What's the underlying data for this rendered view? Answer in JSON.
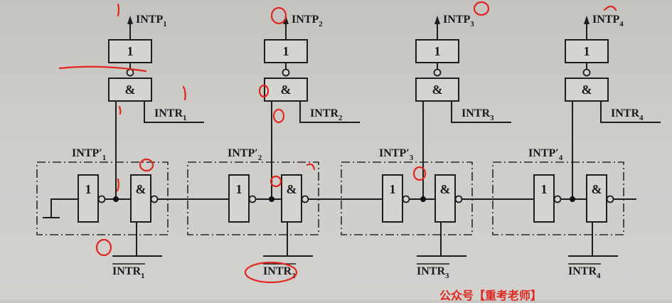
{
  "stages": [
    {
      "or_gate": "1",
      "and_gate": "&",
      "out": {
        "base": "INTP",
        "sub": "1"
      },
      "req": {
        "base": "INTR",
        "sub": "1"
      },
      "pri": {
        "base": "INTP",
        "sub": "1",
        "prime": "′"
      },
      "bot": {
        "base": "INTR",
        "sub": "1"
      },
      "inv": "1",
      "chain": "&"
    },
    {
      "or_gate": "1",
      "and_gate": "&",
      "out": {
        "base": "INTP",
        "sub": "2"
      },
      "req": {
        "base": "INTR",
        "sub": "2"
      },
      "pri": {
        "base": "INTP",
        "sub": "2",
        "prime": "′"
      },
      "bot": {
        "base": "INTR",
        "sub": "2"
      },
      "inv": "1",
      "chain": "&"
    },
    {
      "or_gate": "1",
      "and_gate": "&",
      "out": {
        "base": "INTP",
        "sub": "3"
      },
      "req": {
        "base": "INTR",
        "sub": "3"
      },
      "pri": {
        "base": "INTP",
        "sub": "3",
        "prime": "′"
      },
      "bot": {
        "base": "INTR",
        "sub": "3"
      },
      "inv": "1",
      "chain": "&"
    },
    {
      "or_gate": "1",
      "and_gate": "&",
      "out": {
        "base": "INTP",
        "sub": "4"
      },
      "req": {
        "base": "INTR",
        "sub": "4"
      },
      "pri": {
        "base": "INTP",
        "sub": "4",
        "prime": "′"
      },
      "bot": {
        "base": "INTR",
        "sub": "4"
      },
      "inv": "1",
      "chain": "&"
    }
  ],
  "watermark": "公众号【重考老师】",
  "colors": {
    "ink": "#1d1d1d",
    "annotation": "#e0261e",
    "paper": "#cfcdca"
  }
}
